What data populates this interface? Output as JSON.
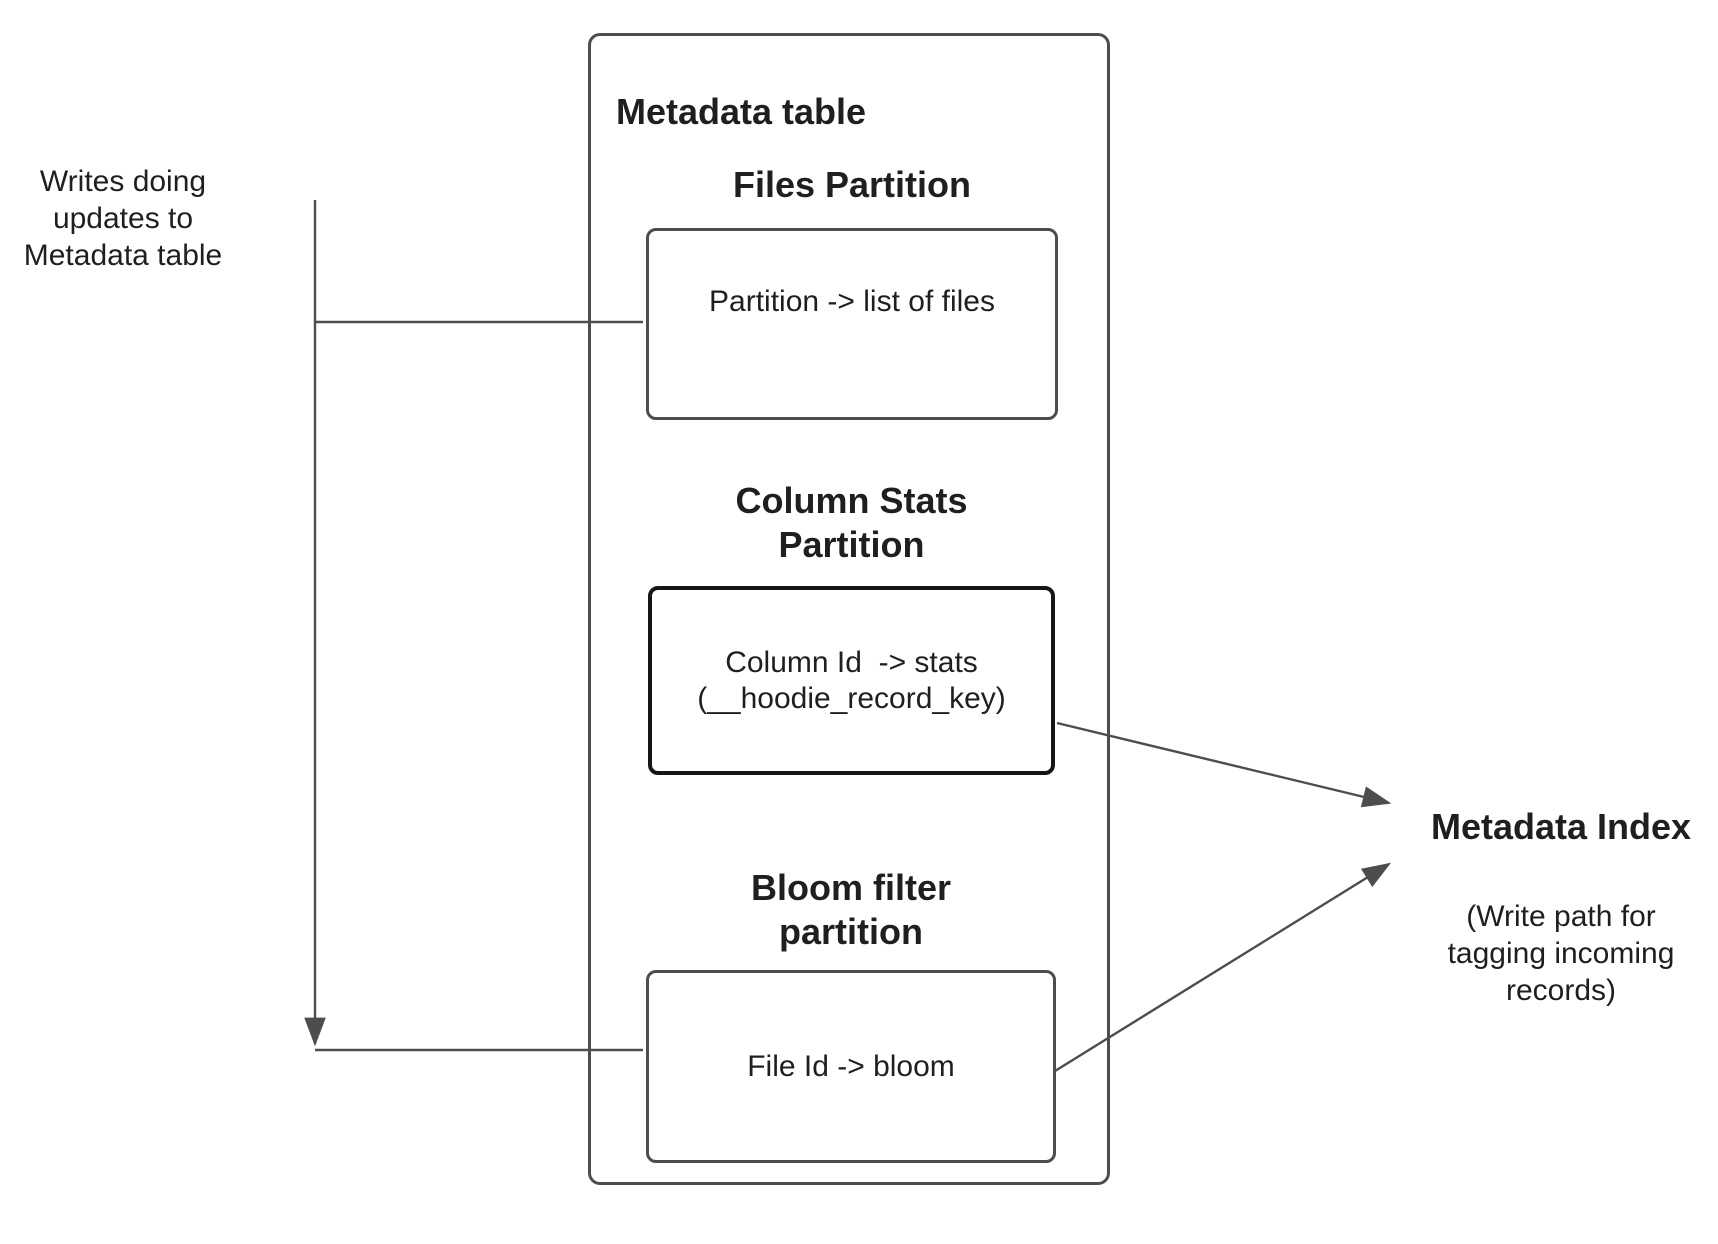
{
  "left_note": "Writes doing\nupdates to\nMetadata table",
  "metadata_table": {
    "title": "Metadata table",
    "files_partition": {
      "heading": "Files Partition",
      "box_label": "Partition -> list of files"
    },
    "column_stats_partition": {
      "heading": "Column Stats\nPartition",
      "box_label": "Column Id  -> stats\n(__hoodie_record_key)"
    },
    "bloom_filter_partition": {
      "heading": "Bloom filter\npartition",
      "box_label": "File Id -> bloom"
    }
  },
  "metadata_index": {
    "title": "Metadata Index",
    "subtitle": "(Write path for\ntagging incoming\nrecords)"
  },
  "connectors": {
    "writes_arrow": "writes-note to bloom-filter row, arrow down",
    "column_stats_to_index": "column-stats box to metadata-index, arrow right",
    "bloom_to_index": "bloom-filter box to metadata-index, arrow right"
  },
  "colors": {
    "line": "#4d4d4d",
    "box_border": "#4d4d4d",
    "emphasis_border": "#161616",
    "text": "#1f1f1f",
    "background": "#ffffff"
  }
}
